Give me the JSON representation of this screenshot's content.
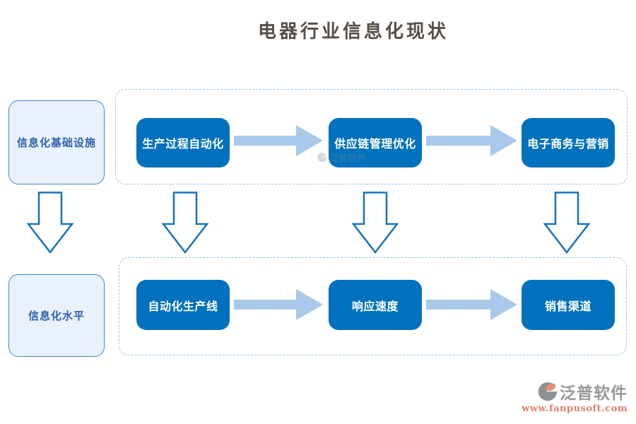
{
  "title": "电器行业信息化现状",
  "side_nodes": {
    "infrastructure": "信息化基础设施",
    "level": "信息化水平"
  },
  "flow": {
    "top_row": {
      "nodes": [
        "生产过程自动化",
        "供应链管理优化",
        "电子商务与营销"
      ]
    },
    "bottom_row": {
      "nodes": [
        "自动化生产线",
        "响应速度",
        "销售渠道"
      ]
    }
  },
  "watermark": {
    "text": "泛普软件"
  },
  "logo": {
    "name": "泛普软件",
    "url": "www.fanpusoft.com"
  },
  "colors": {
    "node_blue": "#0071bd",
    "block_arrow_blue": "#a9c9ea",
    "outline_arrow_blue": "#1b75bc",
    "dashed_border_blue": "#9cc2e5",
    "side_node_fill": "#e9f2fc",
    "side_node_border": "#4a86c4",
    "side_node_text": "#2f62ae",
    "title_text": "#574e48",
    "logo_gray": "#96989a",
    "logo_orange": "#e0806c"
  }
}
